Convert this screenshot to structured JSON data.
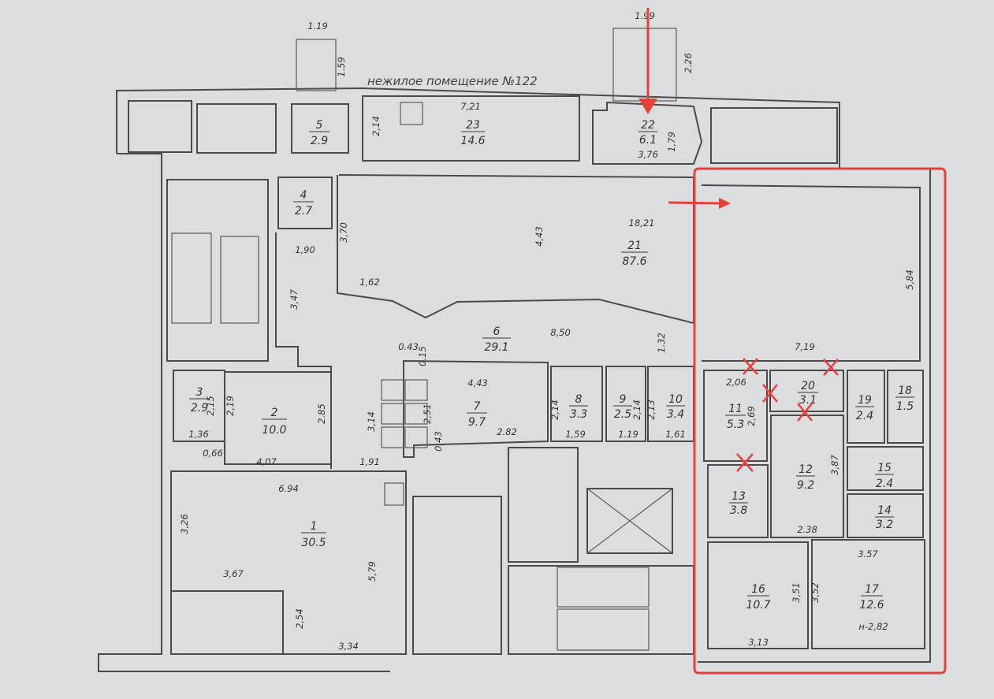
{
  "title": "нежилое помещение №122",
  "colors": {
    "highlight": "#e8413a",
    "walls": "#4a4a4a",
    "paper": "#dcdddf"
  },
  "rooms": [
    {
      "no": "5",
      "area": "2.9"
    },
    {
      "no": "23",
      "area": "14.6"
    },
    {
      "no": "22",
      "area": "6.1"
    },
    {
      "no": "4",
      "area": "2.7"
    },
    {
      "no": "21",
      "area": "87.6"
    },
    {
      "no": "6",
      "area": "29.1"
    },
    {
      "no": "3",
      "area": "2.9"
    },
    {
      "no": "2",
      "area": "10.0"
    },
    {
      "no": "7",
      "area": "9.7"
    },
    {
      "no": "8",
      "area": "3.3"
    },
    {
      "no": "9",
      "area": "2.5"
    },
    {
      "no": "10",
      "area": "3.4"
    },
    {
      "no": "11",
      "area": "5.3"
    },
    {
      "no": "20",
      "area": "3.1"
    },
    {
      "no": "19",
      "area": "2.4"
    },
    {
      "no": "18",
      "area": "1.5"
    },
    {
      "no": "12",
      "area": "9.2"
    },
    {
      "no": "15",
      "area": "2.4"
    },
    {
      "no": "13",
      "area": "3.8"
    },
    {
      "no": "14",
      "area": "3.2"
    },
    {
      "no": "1",
      "area": "30.5"
    },
    {
      "no": "16",
      "area": "10.7"
    },
    {
      "no": "17",
      "area": "12.6"
    }
  ],
  "dims": [
    "1.19",
    "1.59",
    "1.99",
    "2.26",
    "7,21",
    "2,14",
    "1,79",
    "3,76",
    "18,21",
    "4,43",
    "3,70",
    "1,90",
    "3,47",
    "1,62",
    "5,84",
    "8,50",
    "1.32",
    "0.43",
    "0.15",
    "7,19",
    "2,06",
    "4,43",
    "2,15",
    "2,19",
    "2.85",
    "3,14",
    "2,51",
    "2,14",
    "2,14",
    "2,13",
    "2,69",
    "1,36",
    "0,66",
    "2.82",
    "0,43",
    "1,59",
    "1.19",
    "1,61",
    "4,07",
    "1,91",
    "3,87",
    "6.94",
    "3,26",
    "2.38",
    "3.57",
    "3,67",
    "5,79",
    "3,51",
    "3,52",
    "2,54",
    "н-2,82",
    "3,34",
    "3,13"
  ]
}
